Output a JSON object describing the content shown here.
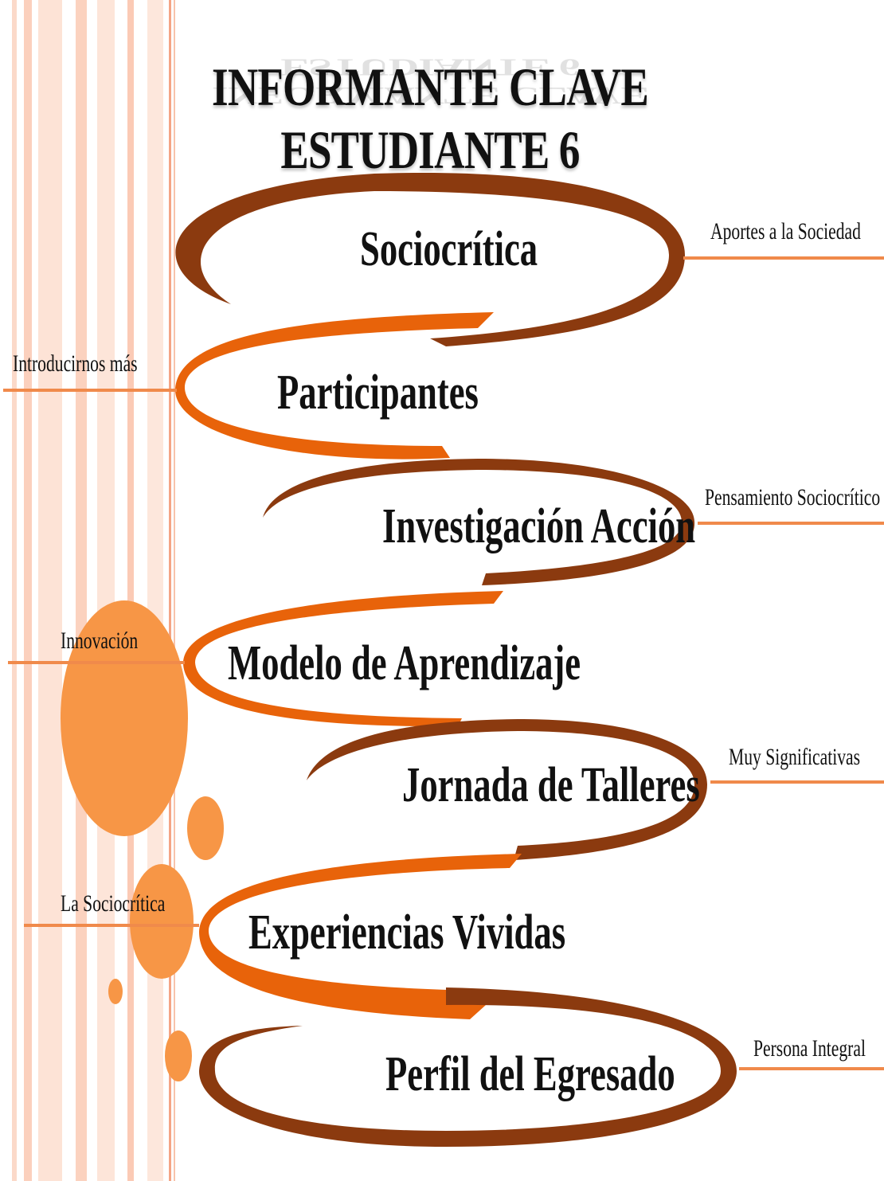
{
  "title": "INFORMANTE CLAVE ESTUDIANTE 6",
  "colors": {
    "dark_brown": "#8b3a0f",
    "orange": "#e8630a",
    "light_orange": "#f79646",
    "stripe": "#f8c8b4"
  },
  "nodes": [
    {
      "label": "Sociocrítica"
    },
    {
      "label": "Participantes"
    },
    {
      "label": "Investigación Acción"
    },
    {
      "label": "Modelo de Aprendizaje"
    },
    {
      "label": "Jornada de Talleres"
    },
    {
      "label": "Experiencias Vividas"
    },
    {
      "label": "Perfil del Egresado"
    }
  ],
  "side_labels": {
    "right": [
      "Aportes a la Sociedad",
      "Pensamiento Sociocrítico",
      "Muy Significativas",
      "Persona Integral"
    ],
    "left": [
      "Introducirnos más",
      "Innovación",
      "La Sociocrítica"
    ]
  }
}
